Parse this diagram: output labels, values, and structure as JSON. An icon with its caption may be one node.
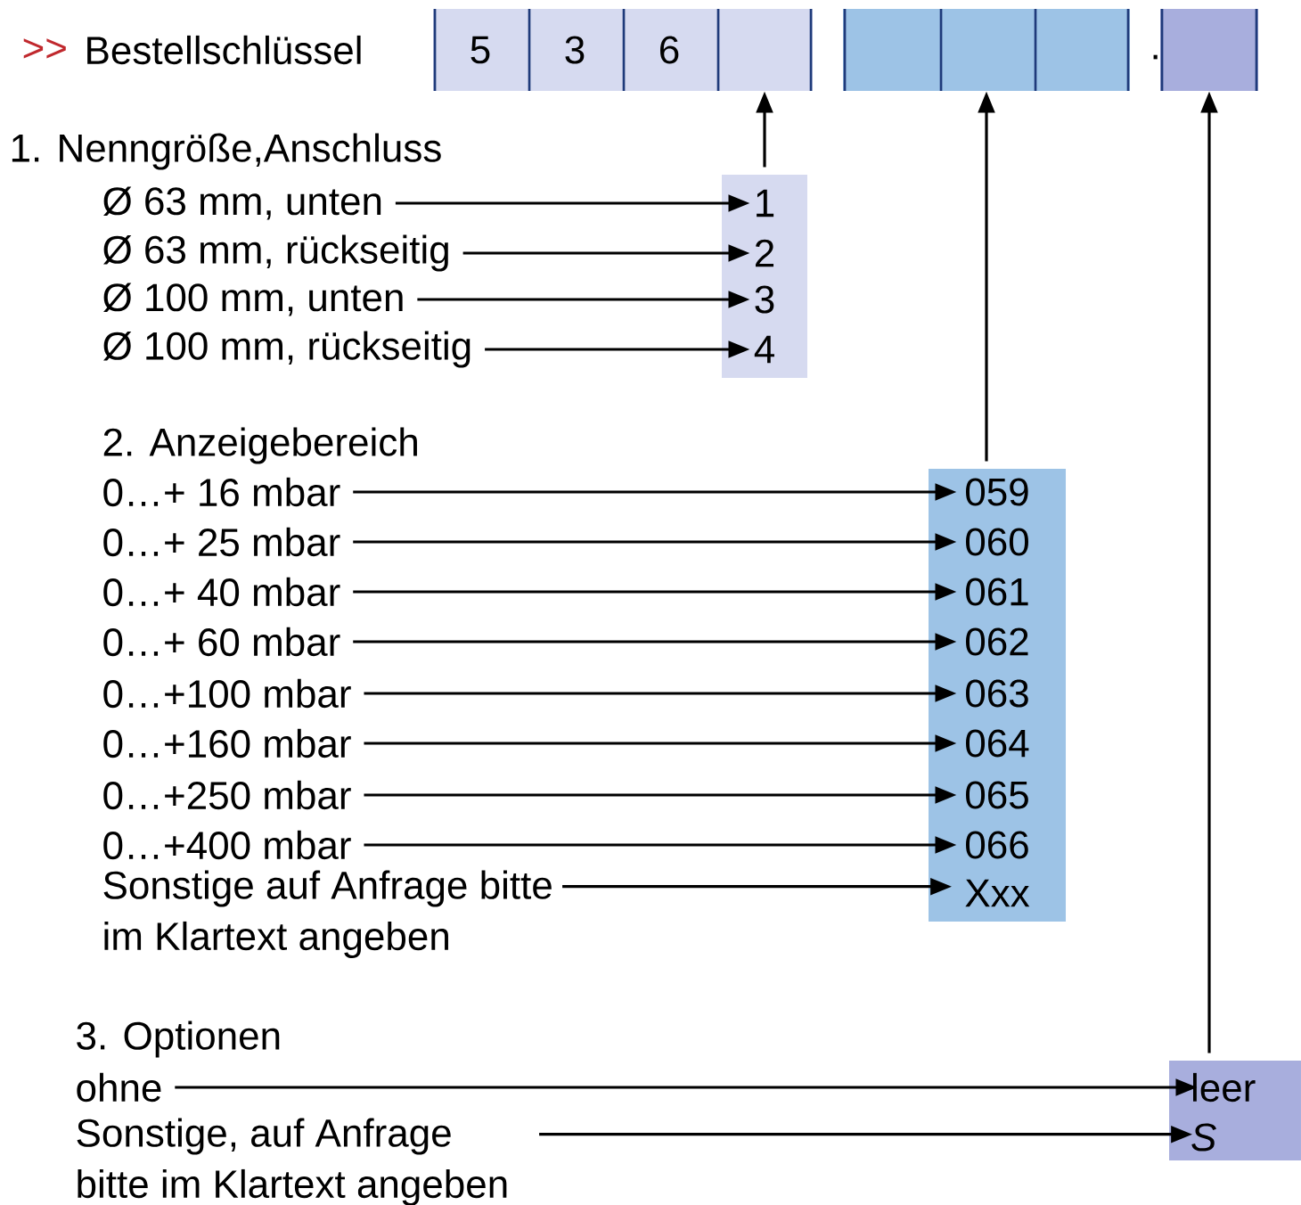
{
  "diagram": {
    "nodes": [
      {
        "text": [
          "5"
        ]
      },
      {
        "text": [
          "3"
        ]
      },
      {
        "text": [
          "6"
        ]
      },
      {
        "text": [],
        "shape": "box"
      },
      {
        "text": [],
        "shape": "box"
      },
      {
        "text": [],
        "shape": "box"
      },
      {
        "text": [],
        "shape": "box"
      },
      {
        "text": [],
        "shape": "box"
      },
      {
        "text": [
          "Ø 63 mm, unten"
        ]
      },
      {
        "text": [
          "Ø 63 mm, rückseitig"
        ]
      },
      {
        "text": [
          "Ø 100 mm, unten"
        ]
      },
      {
        "text": [
          "Ø 100 mm, rückseitig"
        ]
      },
      {
        "text": [],
        "shape": "box"
      },
      {
        "text": [
          "1"
        ],
        "in": 12
      },
      {
        "text": [
          "2"
        ],
        "in": 12
      },
      {
        "text": [
          "3"
        ],
        "in": 12
      },
      {
        "text": [
          "4"
        ],
        "in": 12
      },
      {
        "text": [
          "0…+  16 mbar"
        ]
      },
      {
        "text": [
          "0…+  25 mbar"
        ]
      },
      {
        "text": [
          "0…+  40 mbar"
        ]
      },
      {
        "text": [
          "0…+  60 mbar"
        ]
      },
      {
        "text": [
          "0…+100 mbar"
        ]
      },
      {
        "text": [
          "0…+160 mbar"
        ]
      },
      {
        "text": [
          "0…+250 mbar"
        ]
      },
      {
        "text": [
          "0…+400 mbar"
        ]
      },
      {
        "text": [
          "Sonstige auf Anfrage bitte im Klartext angeben"
        ]
      },
      {
        "text": [],
        "shape": "box"
      },
      {
        "text": [
          "059"
        ],
        "in": 26
      },
      {
        "text": [
          "060"
        ],
        "in": 26
      },
      {
        "text": [
          "061"
        ],
        "in": 26
      },
      {
        "text": [
          "062"
        ],
        "in": 26
      },
      {
        "text": [
          "063"
        ],
        "in": 26
      },
      {
        "text": [
          "064"
        ],
        "in": 26
      },
      {
        "text": [
          "065"
        ],
        "in": 26
      },
      {
        "text": [
          "066"
        ],
        "in": 26
      },
      {
        "text": [
          "Xxx"
        ],
        "in": 26
      },
      {
        "text": [
          "ohne"
        ]
      },
      {
        "text": [
          "Sonstige, auf Anfrage bitte im Klartext angeben"
        ]
      },
      {
        "text": [],
        "shape": "box"
      },
      {
        "text": [
          "leer"
        ],
        "in": 38
      },
      {
        "text": [
          "S"
        ],
        "in": 38
      }
    ],
    "edges": [
      {
        "from": 8,
        "to": 13,
        "arrow": "to"
      },
      {
        "from": 9,
        "to": 14,
        "arrow": "to"
      },
      {
        "from": 10,
        "to": 15,
        "arrow": "to"
      },
      {
        "from": 11,
        "to": 16,
        "arrow": "to"
      },
      {
        "from": 12,
        "to": 3,
        "arrow": "to"
      },
      {
        "from": 17,
        "to": 27,
        "arrow": "to"
      },
      {
        "from": 18,
        "to": 28,
        "arrow": "to"
      },
      {
        "from": 19,
        "to": 29,
        "arrow": "to"
      },
      {
        "from": 20,
        "to": 30,
        "arrow": "to"
      },
      {
        "from": 21,
        "to": 31,
        "arrow": "to"
      },
      {
        "from": 22,
        "to": 32,
        "arrow": "to"
      },
      {
        "from": 23,
        "to": 33,
        "arrow": "to"
      },
      {
        "from": 24,
        "to": 34,
        "arrow": "to"
      },
      {
        "from": 25,
        "to": 35,
        "arrow": "to"
      },
      {
        "from": 26,
        "to": 5,
        "arrow": "to"
      },
      {
        "from": 36,
        "to": 39,
        "arrow": "to"
      },
      {
        "from": 37,
        "to": 40,
        "arrow": "to"
      },
      {
        "from": 38,
        "to": 7,
        "arrow": "to"
      }
    ],
    "labels": [
      ">>",
      "Bestellschlüssel",
      ".",
      "1. Nenngröße,Anschluss",
      "2. Anzeigebereich",
      "3. Optionen"
    ]
  }
}
